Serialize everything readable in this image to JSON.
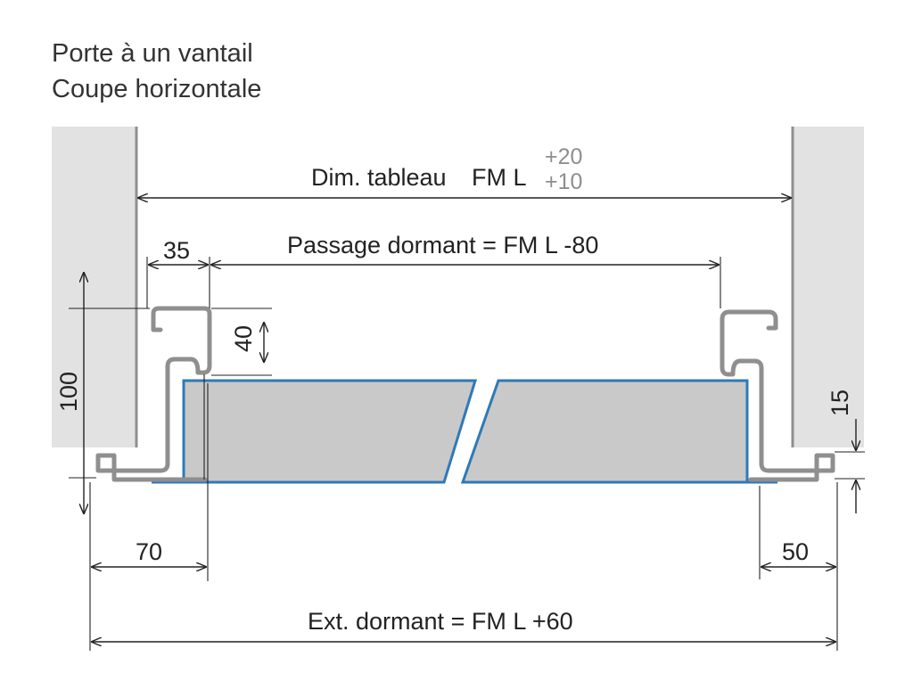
{
  "title": {
    "line1": "Porte à un vantail",
    "line2": "Coupe horizontale"
  },
  "dimensions": {
    "dim_tableau_text": "Dim. tableau",
    "dim_tableau_formula": "FM L",
    "dim_tableau_tol_plus": "+20",
    "dim_tableau_tol_minus": "+10",
    "passage": "Passage dormant = FM L -80",
    "ext_dormant": "Ext. dormant = FM L +60",
    "d35": "35",
    "d40": "40",
    "d100": "100",
    "d15": "15",
    "d70": "70",
    "d50": "50"
  },
  "colors": {
    "wall": "#e2e2e2",
    "profile": "#8f8f8f",
    "leaf_fill": "#c9c9c9",
    "leaf_edge": "#2f79b8",
    "dimension_line": "#222222",
    "tolerance_text": "#8e8e8e"
  }
}
